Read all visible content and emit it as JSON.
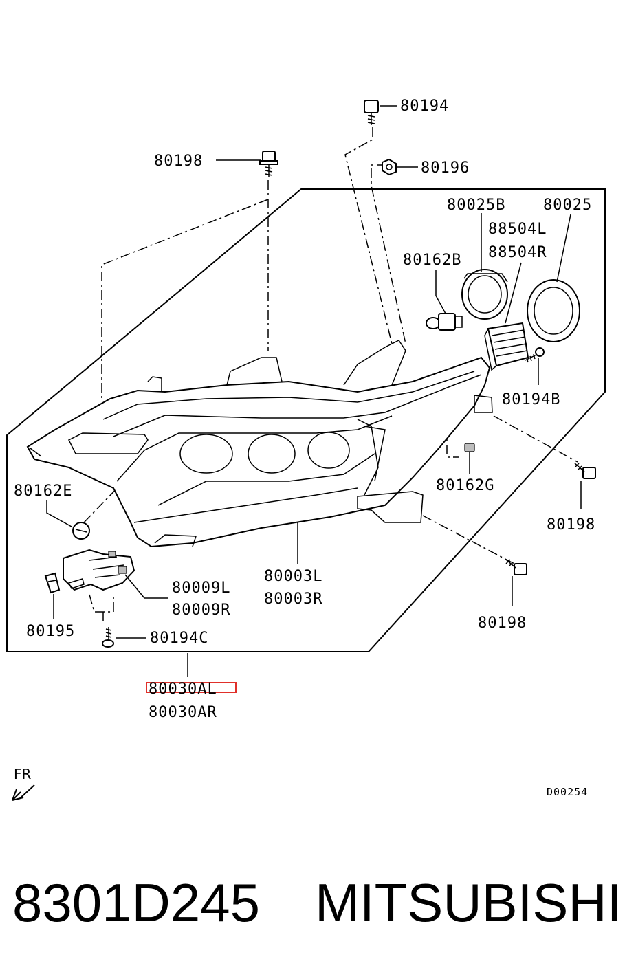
{
  "diagram": {
    "part_labels": {
      "p80194": "80194",
      "p80198_top": "80198",
      "p80196": "80196",
      "p80025B": "80025B",
      "p80025": "80025",
      "p88504L": "88504L",
      "p88504R": "88504R",
      "p80162B": "80162B",
      "p80194B": "80194B",
      "p80162E": "80162E",
      "p80162G": "80162G",
      "p80198_right": "80198",
      "p80009L": "80009L",
      "p80009R": "80009R",
      "p80003L": "80003L",
      "p80003R": "80003R",
      "p80195": "80195",
      "p80194C": "80194C",
      "p80198_bottom": "80198",
      "p80030AL": "80030AL",
      "p80030AR": "80030AR"
    },
    "direction_label": "FR",
    "diagram_code": "D00254"
  },
  "caption": {
    "part_number": "8301D245",
    "brand": "MITSUBISHI"
  },
  "colors": {
    "highlight_box": "#e0302a",
    "line": "#000000"
  },
  "icons": [
    "bolt-icon",
    "bulb-icon",
    "clip-icon",
    "screw-icon",
    "arrow-icon"
  ]
}
